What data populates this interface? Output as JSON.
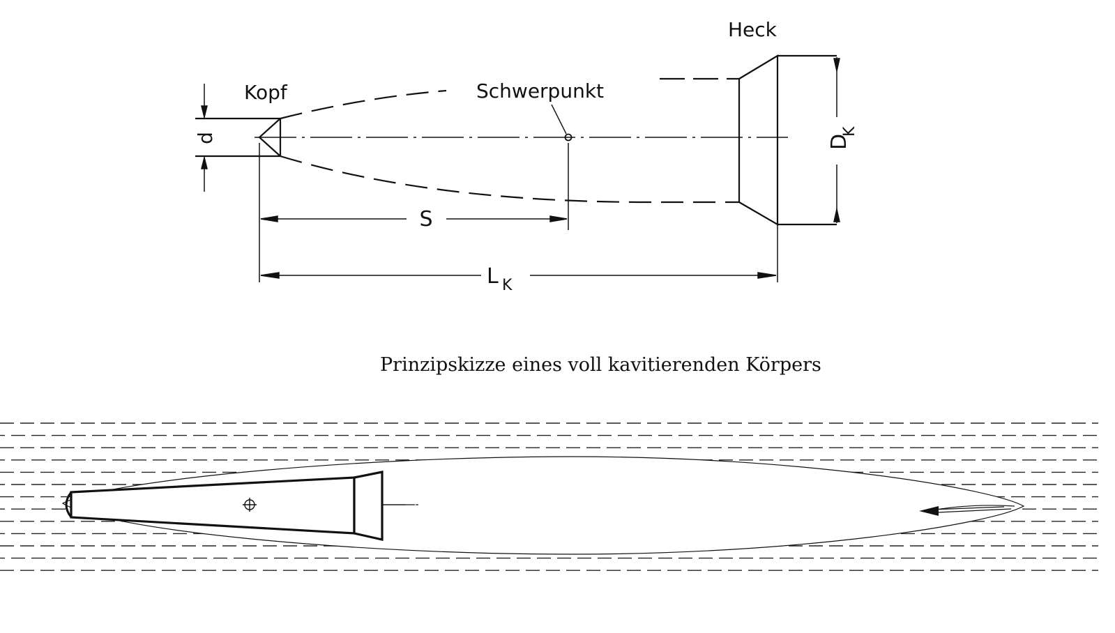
{
  "labels": {
    "kopf": "Kopf",
    "schwerpunkt": "Schwerpunkt",
    "heck": "Heck",
    "d": "d",
    "s": "S",
    "l": "L",
    "l_sub": "K",
    "dk": "D",
    "dk_sub": "K"
  },
  "caption": "Prinzipskizze eines voll kavitierenden Körpers",
  "colors": {
    "ink": "#111111",
    "background": "#ffffff"
  }
}
